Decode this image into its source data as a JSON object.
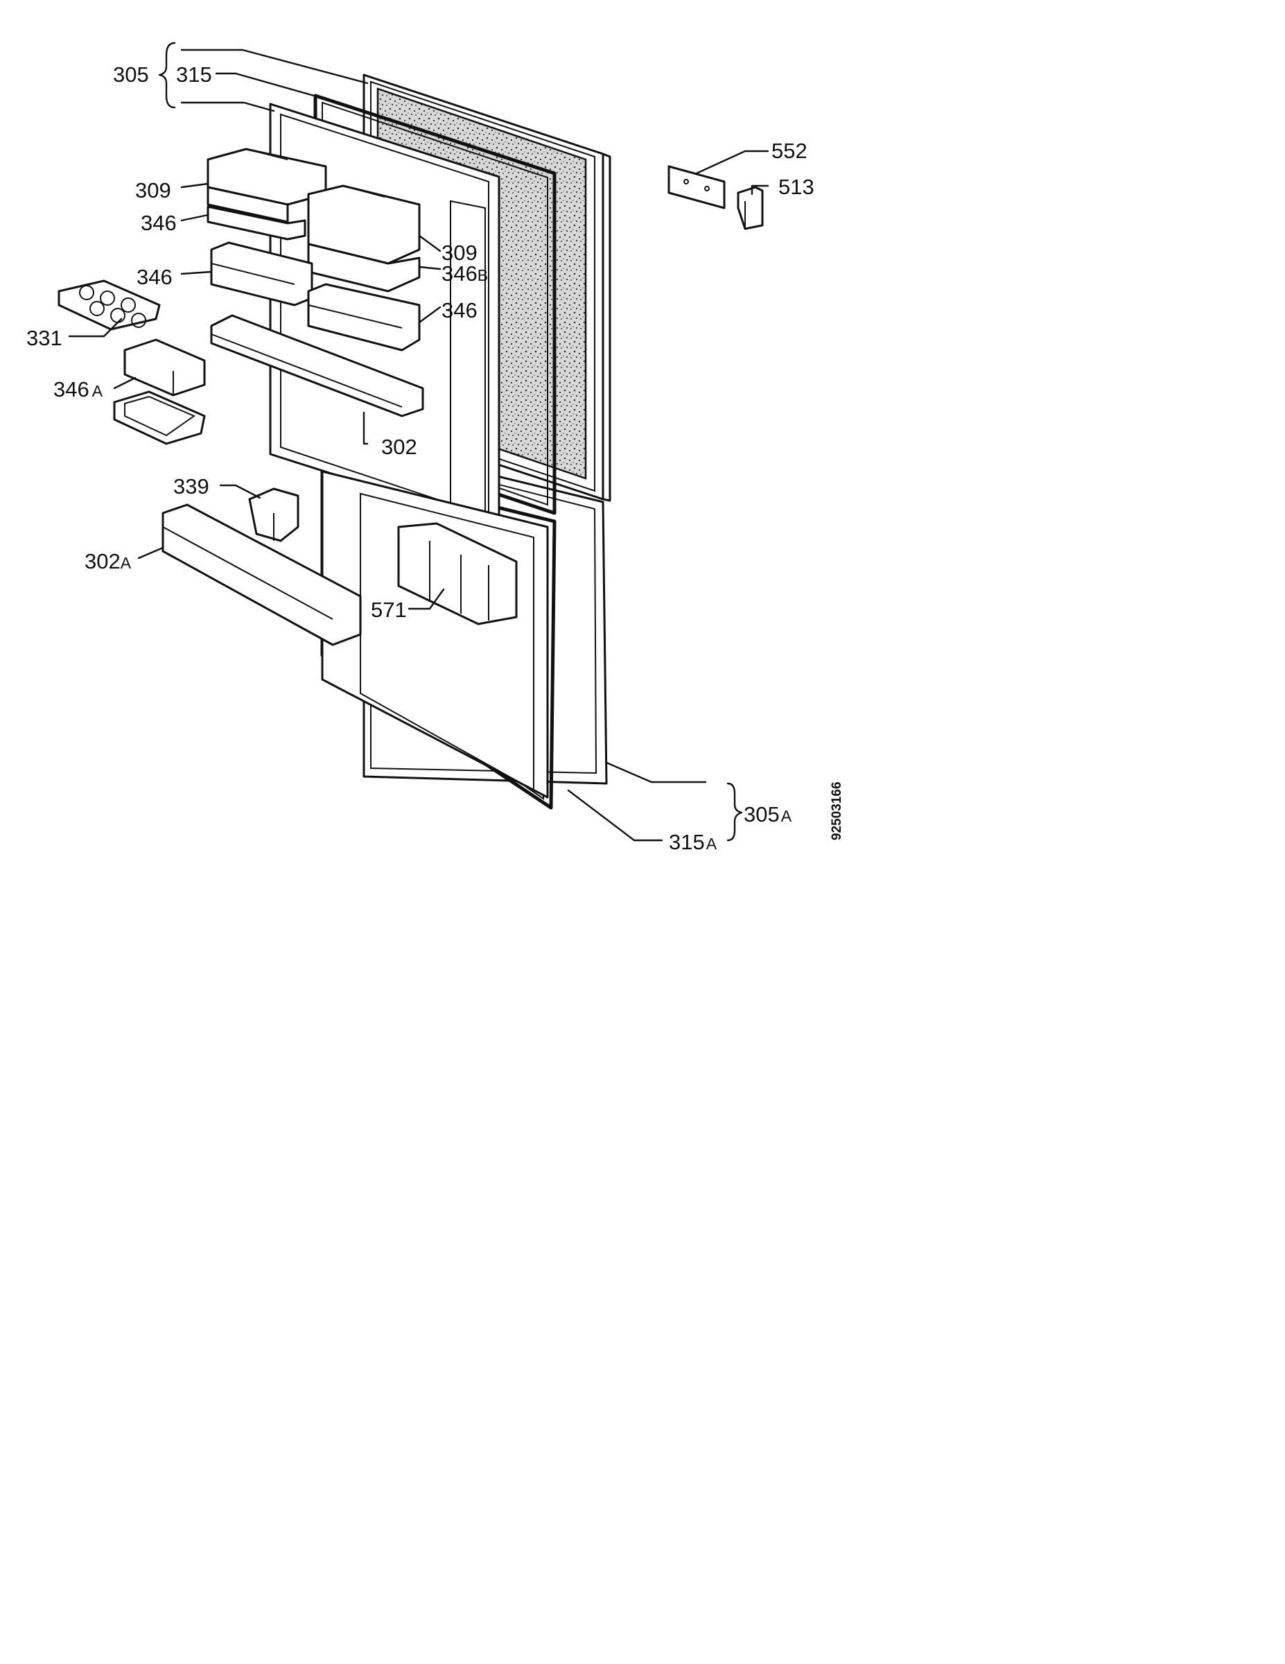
{
  "labels": {
    "p305": "305",
    "p315": "315",
    "p309_left": "309",
    "p346_top": "346",
    "p346_mid": "346",
    "p331": "331",
    "p346A": "346",
    "p346A_suffix": "A",
    "p309_right": "309",
    "p346B": "346",
    "p346B_suffix": "B",
    "p346_right": "346",
    "p302": "302",
    "p339": "339",
    "p302A": "302",
    "p302A_suffix": "A",
    "p571": "571",
    "p552": "552",
    "p513": "513",
    "p305A": "305",
    "p305A_suffix": "A",
    "p315A": "315",
    "p315A_suffix": "A"
  },
  "drawing_number": "92503166"
}
